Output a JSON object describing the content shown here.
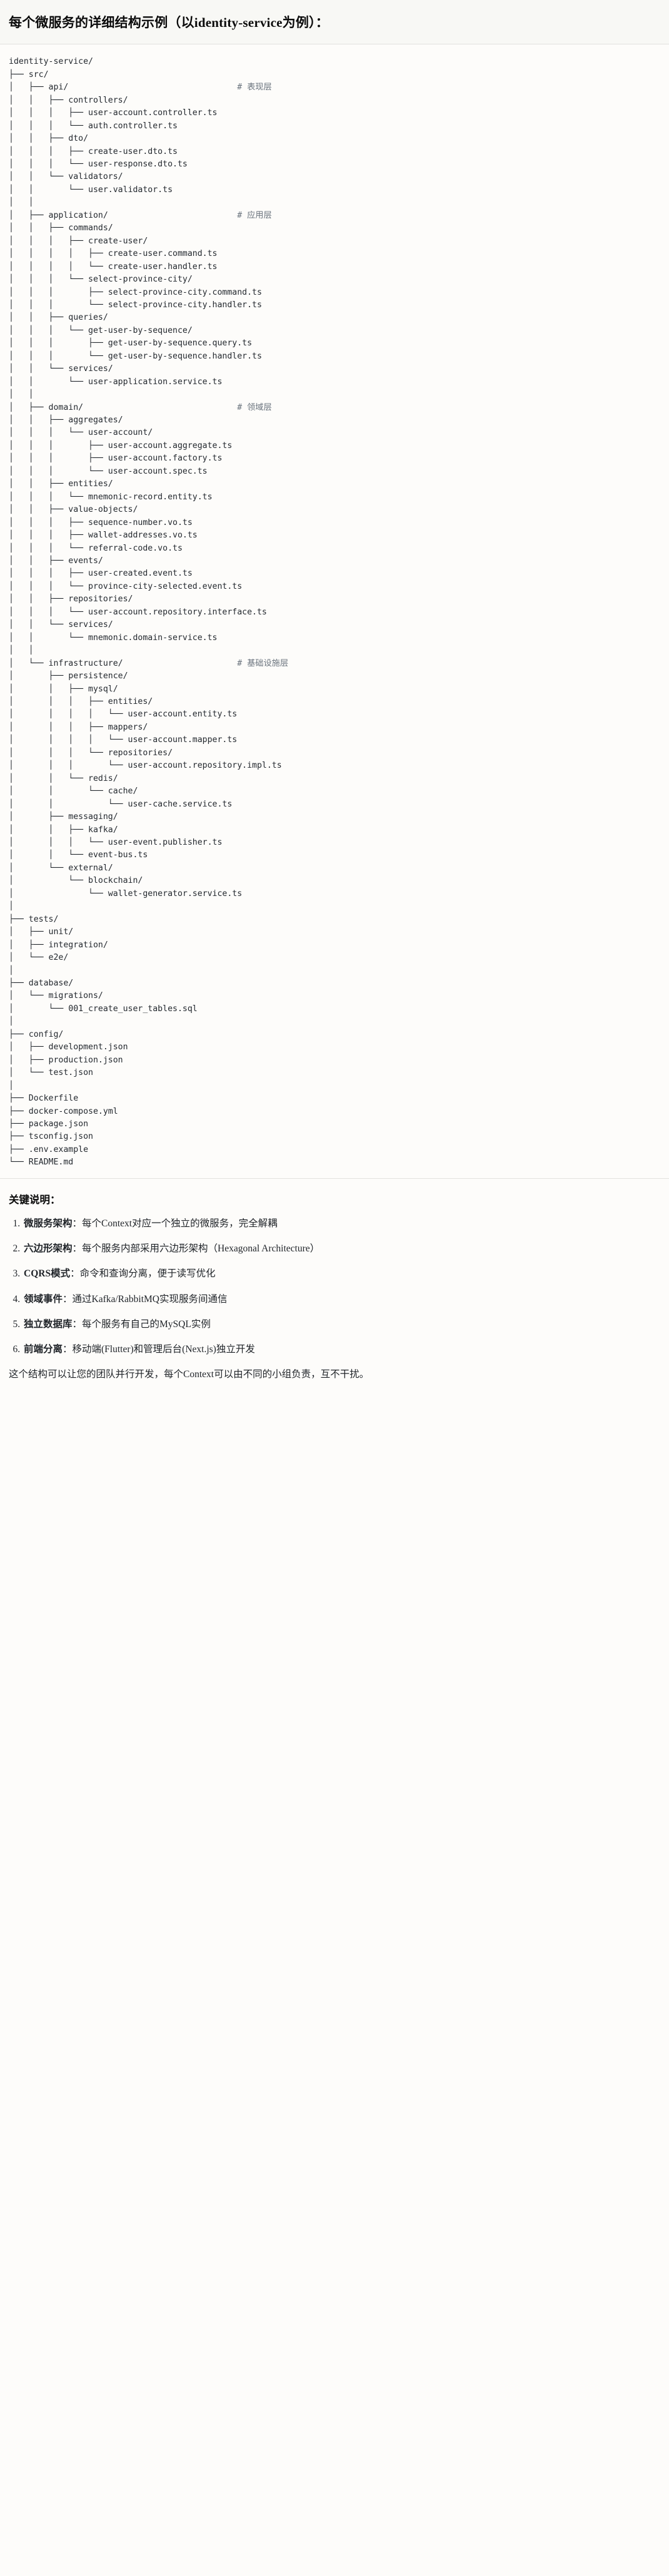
{
  "header": {
    "title": "每个微服务的详细结构示例（以identity-service为例）："
  },
  "tree": {
    "root": "identity-service/",
    "lines": [
      "identity-service/",
      "├── src/",
      "│   ├── api/                                  # 表现层",
      "│   │   ├── controllers/",
      "│   │   │   ├── user-account.controller.ts",
      "│   │   │   └── auth.controller.ts",
      "│   │   ├── dto/",
      "│   │   │   ├── create-user.dto.ts",
      "│   │   │   └── user-response.dto.ts",
      "│   │   └── validators/",
      "│   │       └── user.validator.ts",
      "│   │",
      "│   ├── application/                          # 应用层",
      "│   │   ├── commands/",
      "│   │   │   ├── create-user/",
      "│   │   │   │   ├── create-user.command.ts",
      "│   │   │   │   └── create-user.handler.ts",
      "│   │   │   └── select-province-city/",
      "│   │   │       ├── select-province-city.command.ts",
      "│   │   │       └── select-province-city.handler.ts",
      "│   │   ├── queries/",
      "│   │   │   └── get-user-by-sequence/",
      "│   │   │       ├── get-user-by-sequence.query.ts",
      "│   │   │       └── get-user-by-sequence.handler.ts",
      "│   │   └── services/",
      "│   │       └── user-application.service.ts",
      "│   │",
      "│   ├── domain/                               # 领域层",
      "│   │   ├── aggregates/",
      "│   │   │   └── user-account/",
      "│   │   │       ├── user-account.aggregate.ts",
      "│   │   │       ├── user-account.factory.ts",
      "│   │   │       └── user-account.spec.ts",
      "│   │   ├── entities/",
      "│   │   │   └── mnemonic-record.entity.ts",
      "│   │   ├── value-objects/",
      "│   │   │   ├── sequence-number.vo.ts",
      "│   │   │   ├── wallet-addresses.vo.ts",
      "│   │   │   └── referral-code.vo.ts",
      "│   │   ├── events/",
      "│   │   │   ├── user-created.event.ts",
      "│   │   │   └── province-city-selected.event.ts",
      "│   │   ├── repositories/",
      "│   │   │   └── user-account.repository.interface.ts",
      "│   │   └── services/",
      "│   │       └── mnemonic.domain-service.ts",
      "│   │",
      "│   └── infrastructure/                       # 基础设施层",
      "│       ├── persistence/",
      "│       │   ├── mysql/",
      "│       │   │   ├── entities/",
      "│       │   │   │   └── user-account.entity.ts",
      "│       │   │   ├── mappers/",
      "│       │   │   │   └── user-account.mapper.ts",
      "│       │   │   └── repositories/",
      "│       │   │       └── user-account.repository.impl.ts",
      "│       │   └── redis/",
      "│       │       └── cache/",
      "│       │           └── user-cache.service.ts",
      "│       ├── messaging/",
      "│       │   ├── kafka/",
      "│       │   │   └── user-event.publisher.ts",
      "│       │   └── event-bus.ts",
      "│       └── external/",
      "│           └── blockchain/",
      "│               └── wallet-generator.service.ts",
      "│",
      "├── tests/",
      "│   ├── unit/",
      "│   ├── integration/",
      "│   └── e2e/",
      "│",
      "├── database/",
      "│   └── migrations/",
      "│       └── 001_create_user_tables.sql",
      "│",
      "├── config/",
      "│   ├── development.json",
      "│   ├── production.json",
      "│   └── test.json",
      "│",
      "├── Dockerfile",
      "├── docker-compose.yml",
      "├── package.json",
      "├── tsconfig.json",
      "├── .env.example",
      "└── README.md"
    ],
    "comments": [
      "# 表现层",
      "# 应用层",
      "# 领域层",
      "# 基础设施层"
    ]
  },
  "notes": {
    "title": "关键说明：",
    "items": [
      {
        "term": "微服务架构",
        "text": "：每个Context对应一个独立的微服务，完全解耦"
      },
      {
        "term": "六边形架构",
        "text": "：每个服务内部采用六边形架构（Hexagonal Architecture）"
      },
      {
        "term": "CQRS模式",
        "text": "：命令和查询分离，便于读写优化"
      },
      {
        "term": "领域事件",
        "text": "：通过Kafka/RabbitMQ实现服务间通信"
      },
      {
        "term": "独立数据库",
        "text": "：每个服务有自己的MySQL实例"
      },
      {
        "term": "前端分离",
        "text": "：移动端(Flutter)和管理后台(Next.js)独立开发"
      }
    ],
    "closing": "这个结构可以让您的团队并行开发，每个Context可以由不同的小组负责，互不干扰。"
  },
  "colors": {
    "background": "#fdfcfa",
    "header_band": "#f8f8f5",
    "divider": "#e3e2de",
    "text": "#1f2328",
    "comment": "#6a737d"
  }
}
